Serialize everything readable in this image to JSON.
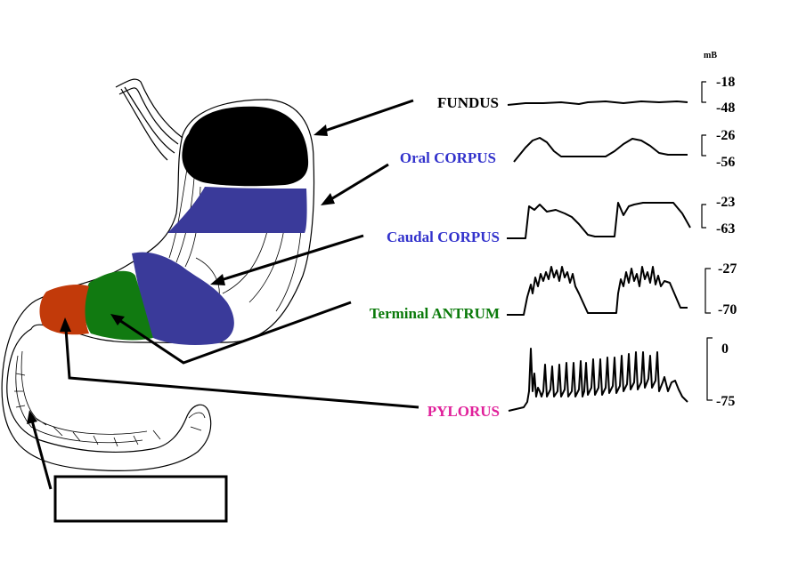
{
  "units": "mB",
  "colors": {
    "fundus": "#000000",
    "corpus": "#3a3a9a",
    "antrum": "#117a11",
    "pylorus": "#c23a0a",
    "label_black": "#000000",
    "label_blue": "#3333cc",
    "label_green": "#0a7a0a",
    "label_pink": "#e0209a"
  },
  "regions": [
    {
      "name": "FUNDUS",
      "scale_top": "-18",
      "scale_bottom": "-48"
    },
    {
      "name": "Oral CORPUS",
      "scale_top": "-26",
      "scale_bottom": "-56"
    },
    {
      "name": "Caudal CORPUS",
      "scale_top": "-23",
      "scale_bottom": "-63"
    },
    {
      "name": "Terminal ANTRUM",
      "scale_top": "-27",
      "scale_bottom": "-70"
    },
    {
      "name": "PYLORUS",
      "scale_top": "0",
      "scale_bottom": "-75"
    }
  ],
  "answer_box": ""
}
